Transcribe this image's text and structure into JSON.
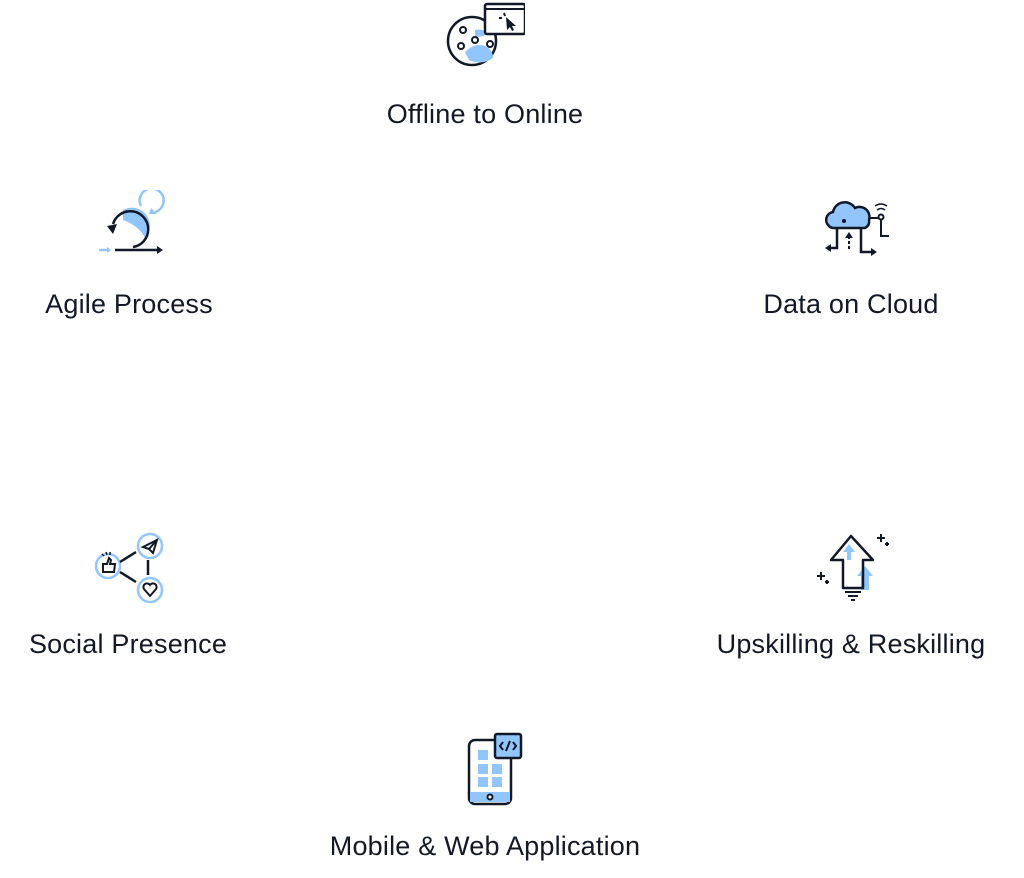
{
  "colors": {
    "accent": "#93c5fd",
    "stroke": "#111827",
    "text": "#121826"
  },
  "services": [
    {
      "label": "Offline to Online",
      "icon": "globe-browser-click-icon"
    },
    {
      "label": "Agile Process",
      "icon": "agile-cycle-icon"
    },
    {
      "label": "Data on Cloud",
      "icon": "cloud-data-icon"
    },
    {
      "label": "Social Presence",
      "icon": "social-network-icon"
    },
    {
      "label": "Upskilling & Reskilling",
      "icon": "upward-arrow-growth-icon"
    },
    {
      "label": "Mobile & Web Application",
      "icon": "mobile-code-app-icon"
    }
  ]
}
